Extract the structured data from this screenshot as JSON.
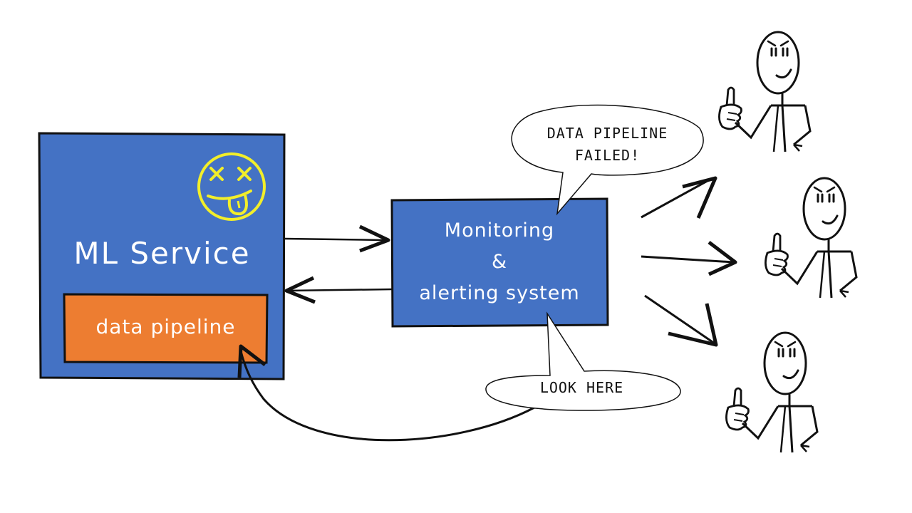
{
  "ml_service": {
    "title": "ML Service",
    "fill_color": "#4472C4",
    "status_face": "dead-face-icon",
    "status_face_color": "#F2EE2A"
  },
  "data_pipeline": {
    "label": "data pipeline",
    "fill_color": "#ED7D31"
  },
  "monitoring": {
    "line1": "Monitoring",
    "line2": "&",
    "line3": "alerting system",
    "fill_color": "#4472C4"
  },
  "bubbles": {
    "alert_line1": "DATA PIPELINE",
    "alert_line2": "FAILED!",
    "hint": "LOOK HERE"
  },
  "people": [
    {
      "icon": "thumbs-up-person-icon"
    },
    {
      "icon": "thumbs-up-person-icon"
    },
    {
      "icon": "thumbs-up-person-icon"
    }
  ]
}
